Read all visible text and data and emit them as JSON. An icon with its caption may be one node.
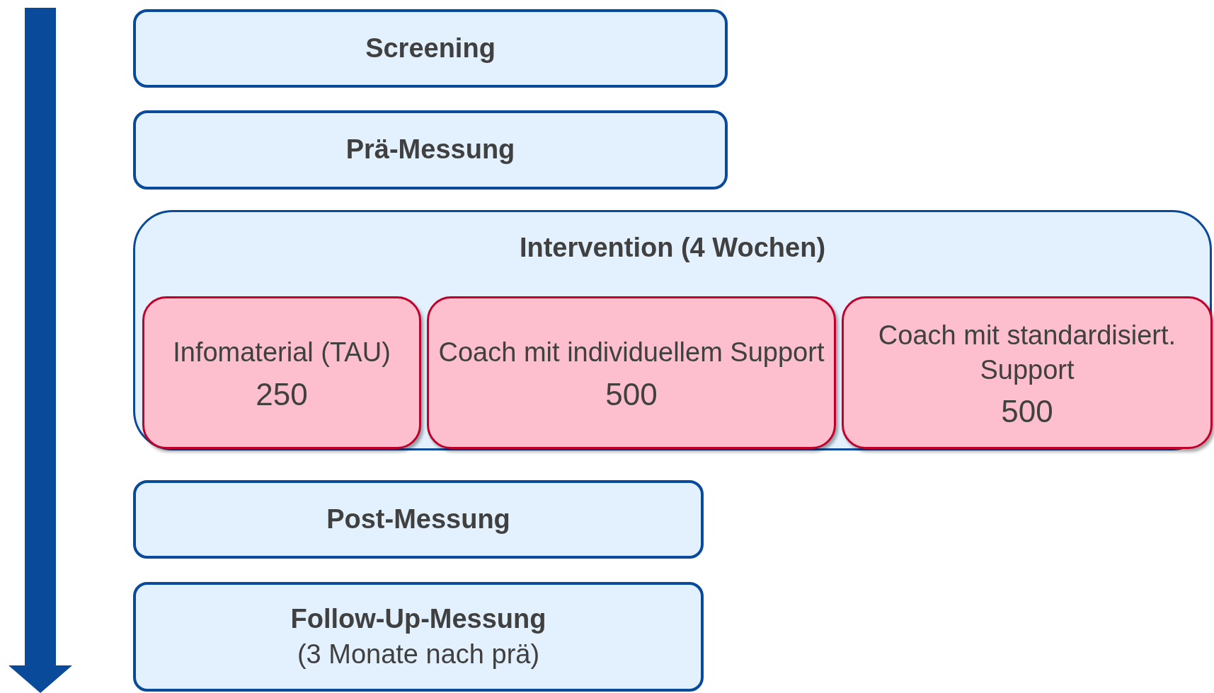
{
  "diagram": {
    "nodes": [
      {
        "text": [
          "Screening"
        ]
      },
      {
        "text": [
          "Prä-Messung"
        ]
      },
      {
        "text": [
          "Intervention (4 Wochen)"
        ]
      },
      {
        "text": [
          "Infomaterial (TAU)",
          "250"
        ],
        "in": 2
      },
      {
        "text": [
          "Coach mit individuellem Support",
          "500"
        ],
        "in": 2
      },
      {
        "text": [
          "Coach mit standardisiert. Support",
          "500"
        ],
        "in": 2
      },
      {
        "text": [
          "Post-Messung"
        ]
      },
      {
        "text": [
          "Follow-Up-Messung",
          "(3 Monate nach prä)"
        ]
      }
    ]
  }
}
